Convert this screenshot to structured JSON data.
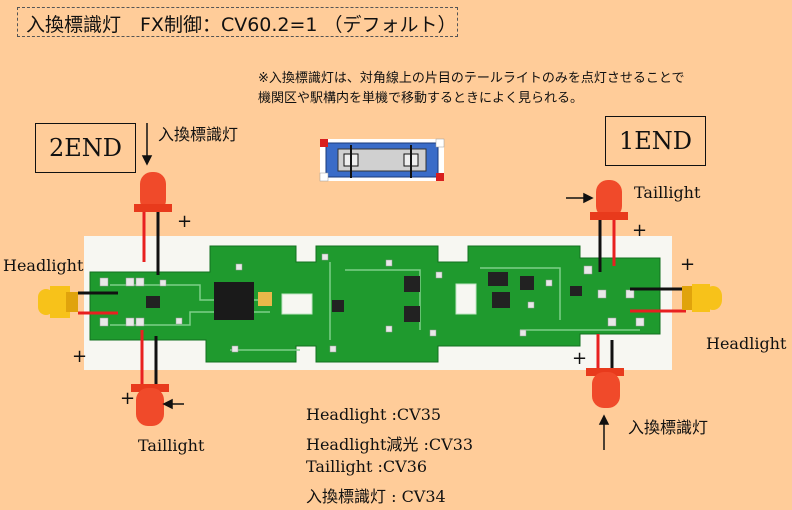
{
  "title": "入換標識灯　FX制御：CV60.2=1 （デフォルト）",
  "note": {
    "line1": "※入換標識灯は、対角線上の片目のテールライトのみを点灯させることで",
    "line2": "機関区や駅構内を単機で移動するときによく見られる。"
  },
  "end_left": "2END",
  "end_right": "1END",
  "labels": {
    "shunting_top_left": "入換標識灯",
    "shunting_bottom_right": "入換標識灯",
    "headlight_left": "Headlight",
    "headlight_right": "Headlight",
    "taillight_top_right": "Taillight",
    "taillight_bottom_left": "Taillight",
    "plus": "+"
  },
  "cv_list": [
    "Headlight  :CV35",
    "Headlight減光 :CV33",
    "Taillight  :CV36",
    "入換標識灯 : CV34"
  ],
  "colors": {
    "background": "#FFCC99",
    "pcb": "#1F9A2E",
    "led_red": "#F04A2A",
    "led_yellow": "#F7C21A",
    "loco_blue": "#3A6CC8"
  }
}
